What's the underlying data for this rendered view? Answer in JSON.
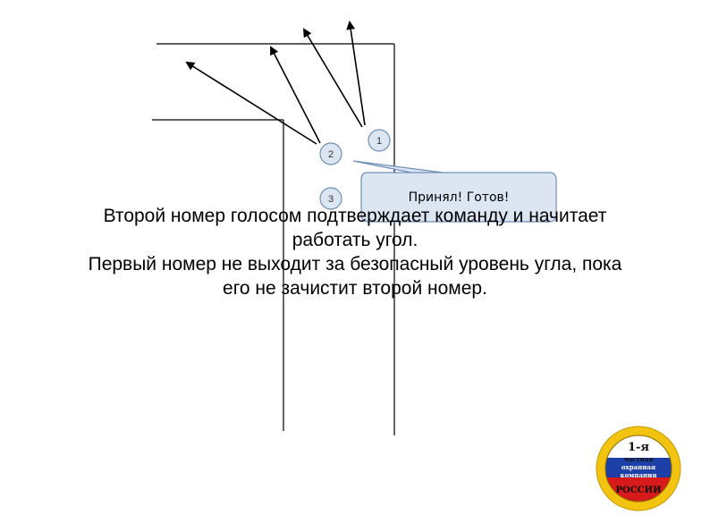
{
  "diagram": {
    "nodes": [
      {
        "id": "1",
        "label": "1"
      },
      {
        "id": "2",
        "label": "2"
      },
      {
        "id": "3",
        "label": "3"
      }
    ],
    "speech_bubble": {
      "text": "Принял! Готов!"
    },
    "colors": {
      "wall": "#000000",
      "node_fill": "#dce6f2",
      "node_stroke": "#6f8fb8",
      "bubble_fill": "#dce6f2",
      "bubble_stroke": "#6f8fb8",
      "arrow": "#000000"
    }
  },
  "caption": {
    "line1": "Второй номер голосом подтверждает команду и начитает",
    "line2": "работать угол.",
    "line3": "Первый номер не выходит за безопасный уровень угла, пока",
    "line4": "его не зачистит второй номер."
  },
  "logo": {
    "text_top": "1-я",
    "text_mid1": "частная",
    "text_mid2": "охранная",
    "text_mid3": "компания",
    "text_bottom": "РОССИИ",
    "colors": {
      "ring": "#f2c40f",
      "white": "#ffffff",
      "blue": "#1c3fa8",
      "red": "#d91a1a"
    }
  }
}
